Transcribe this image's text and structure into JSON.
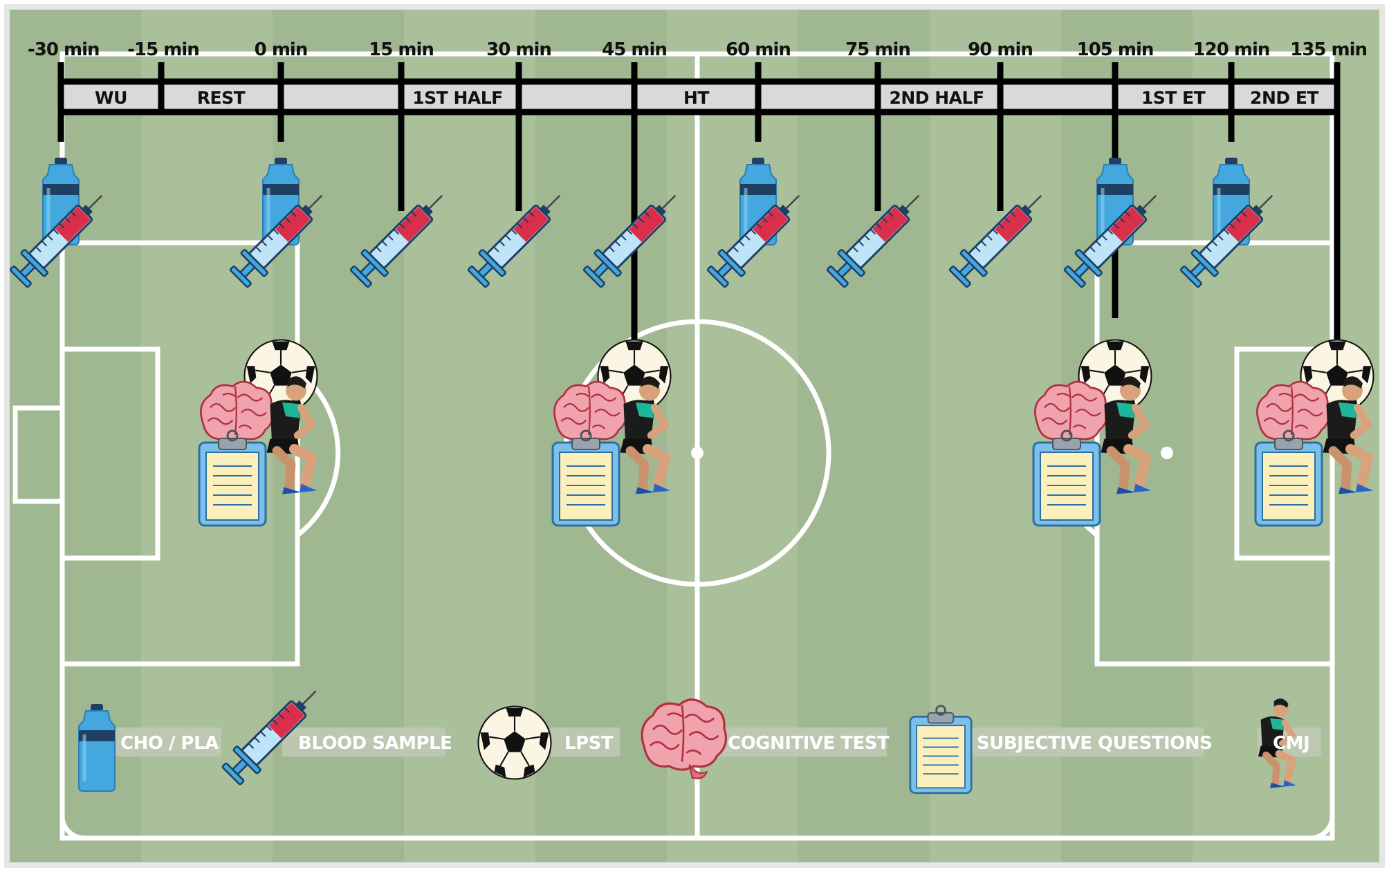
{
  "timeline": {
    "ticks": [
      "-30 min",
      "-15 min",
      "0 min",
      "15 min",
      "30 min",
      "45 min",
      "60 min",
      "75 min",
      "90 min",
      "105 min",
      "120 min",
      "135 min"
    ],
    "phases": [
      "WU",
      "REST",
      "1ST HALF",
      "HT",
      "2ND HALF",
      "1ST ET",
      "2ND ET"
    ]
  },
  "legend": {
    "cho_pla": "CHO / PLA",
    "blood_sample": "BLOOD SAMPLE",
    "lpst": "LPST",
    "cognitive_test": "COGNITIVE TEST",
    "subjective_questions": "SUBJECTIVE QUESTIONS",
    "cmj": "CMJ"
  },
  "colors": {
    "pitch": "#a9c09b",
    "pitch_dark_stripe": "#a0b891",
    "lines": "#ffffff",
    "timeline": "#000000",
    "phase_fill": "#d9d9d9",
    "bottle": "#44a8de",
    "syringe_blood": "#d92f4a",
    "legend_box": "#bfc9b6"
  },
  "icons": [
    "bottle-icon",
    "syringe-icon",
    "soccer-ball-icon",
    "brain-icon",
    "clipboard-icon",
    "cmj-athlete-icon"
  ]
}
